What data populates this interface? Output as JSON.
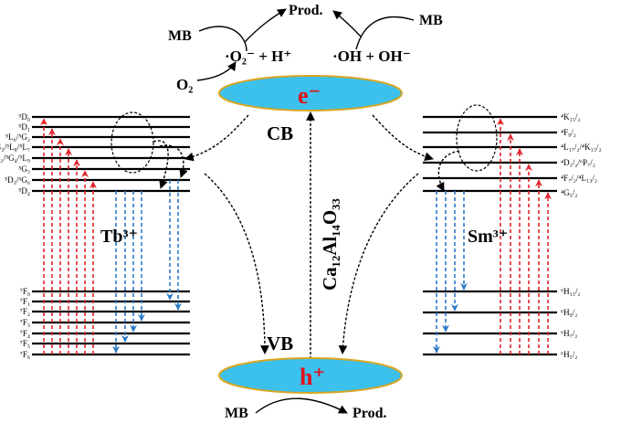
{
  "top": {
    "prod": "Prod.",
    "mb_left": "MB",
    "mb_right": "MB",
    "o2": "O₂",
    "superoxide": "·O₂⁻ + H⁺",
    "hydroxyl": "·OH  + OH⁻"
  },
  "cb": {
    "electron": "e⁻",
    "label": "CB"
  },
  "vb": {
    "hole": "h⁺",
    "label": "VB"
  },
  "bottom": {
    "mb": "MB",
    "prod": "Prod."
  },
  "host": {
    "formula": "Ca₁₂Al₁₄O₃₃"
  },
  "tb": {
    "ion": "Tb³⁺",
    "upper_levels": [
      "⁵D₀",
      "⁵D₁",
      "⁵L₆/⁵G₂",
      "⁵G₃/⁵L₈/⁵L₇",
      "⁵D₂/⁵G₄/⁵L₉",
      "⁵G₅",
      "⁵D₃/⁵G₆",
      "⁵D₄"
    ],
    "lower_levels": [
      "⁷F₀",
      "⁷F₁",
      "⁷F₂",
      "⁷F₃",
      "⁷F₄",
      "⁷F₅",
      "⁷F₆"
    ]
  },
  "sm": {
    "ion": "Sm³⁺",
    "upper_levels": [
      "⁴K₁₅/₂",
      "⁴F₉/₂",
      "⁴L₁₇/₂/⁴K₁₃/₂",
      "⁴D₁/₂/⁶P₇/₂",
      "⁴F₇/₂/⁴L₁₃/₂",
      "⁴G₅/₂"
    ],
    "lower_levels": [
      "⁶H₁₁/₂",
      "⁶H₉/₂",
      "⁶H₇/₂",
      "⁶H₅/₂"
    ]
  },
  "colors": {
    "band_fill": "#3cc0ec",
    "band_stroke": "#d9a520",
    "charge_red": "#e0101a",
    "excitation_red": "#e0242a",
    "emission_blue": "#2a78c8"
  }
}
